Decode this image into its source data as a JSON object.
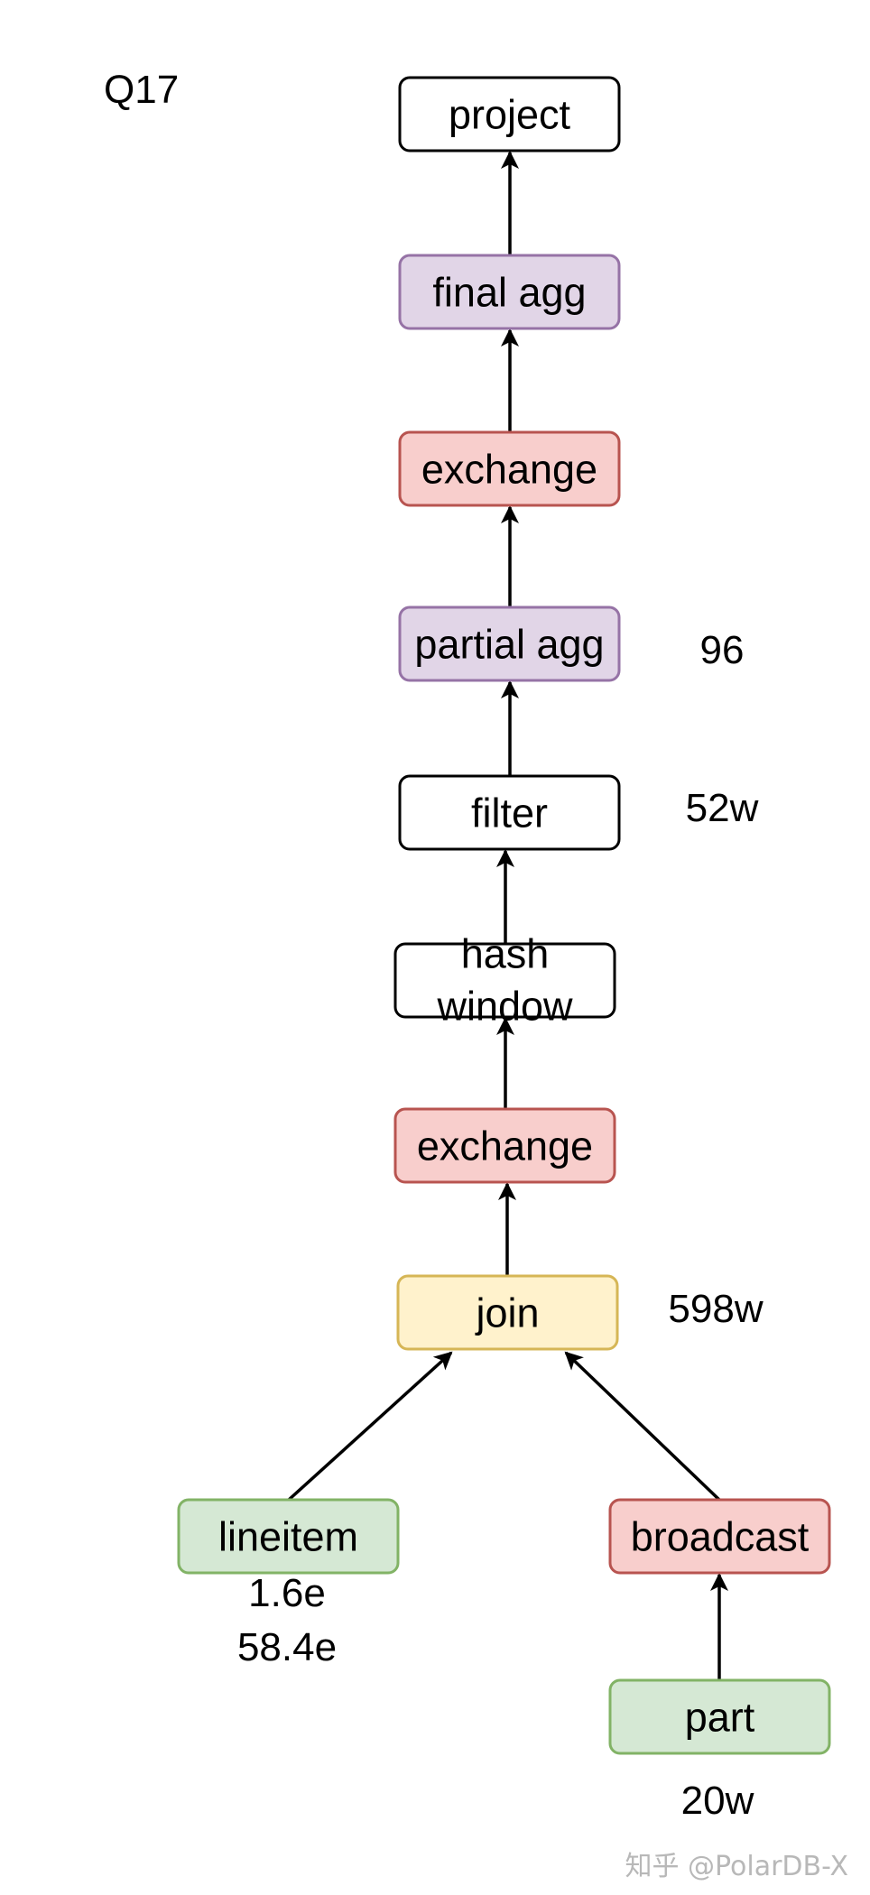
{
  "title": "Q17",
  "colors": {
    "white_fill": "#ffffff",
    "white_stroke": "#000000",
    "purple_fill": "#e1d5e7",
    "purple_stroke": "#9673a6",
    "red_fill": "#f8cecc",
    "red_stroke": "#b85450",
    "yellow_fill": "#fff2cc",
    "yellow_stroke": "#d6b656",
    "green_fill": "#d5e8d4",
    "green_stroke": "#82b366"
  },
  "nodes": [
    {
      "id": "project",
      "label": "project",
      "style": "white"
    },
    {
      "id": "final_agg",
      "label": "final agg",
      "style": "purple"
    },
    {
      "id": "exchange_top",
      "label": "exchange",
      "style": "red"
    },
    {
      "id": "partial_agg",
      "label": "partial agg",
      "style": "purple"
    },
    {
      "id": "filter",
      "label": "filter",
      "style": "white"
    },
    {
      "id": "hash_window",
      "label": "hash window",
      "line1": "hash",
      "line2": "window",
      "style": "white"
    },
    {
      "id": "exchange_mid",
      "label": "exchange",
      "style": "red"
    },
    {
      "id": "join",
      "label": "join",
      "style": "yellow"
    },
    {
      "id": "lineitem",
      "label": "lineitem",
      "style": "green"
    },
    {
      "id": "broadcast",
      "label": "broadcast",
      "style": "red"
    },
    {
      "id": "part",
      "label": "part",
      "style": "green"
    }
  ],
  "edges": [
    {
      "from": "final_agg",
      "to": "project"
    },
    {
      "from": "exchange_top",
      "to": "final_agg"
    },
    {
      "from": "partial_agg",
      "to": "exchange_top"
    },
    {
      "from": "filter",
      "to": "partial_agg"
    },
    {
      "from": "hash_window",
      "to": "filter"
    },
    {
      "from": "exchange_mid",
      "to": "hash_window"
    },
    {
      "from": "join",
      "to": "exchange_mid"
    },
    {
      "from": "lineitem",
      "to": "join"
    },
    {
      "from": "broadcast",
      "to": "join"
    },
    {
      "from": "part",
      "to": "broadcast"
    }
  ],
  "annotations": {
    "partial_agg_rows": "96",
    "filter_rows": "52w",
    "join_rows": "598w",
    "lineitem_rows_1": "1.6e",
    "lineitem_rows_2": "58.4e",
    "part_rows": "20w"
  },
  "watermark": "知乎 @PolarDB-X"
}
